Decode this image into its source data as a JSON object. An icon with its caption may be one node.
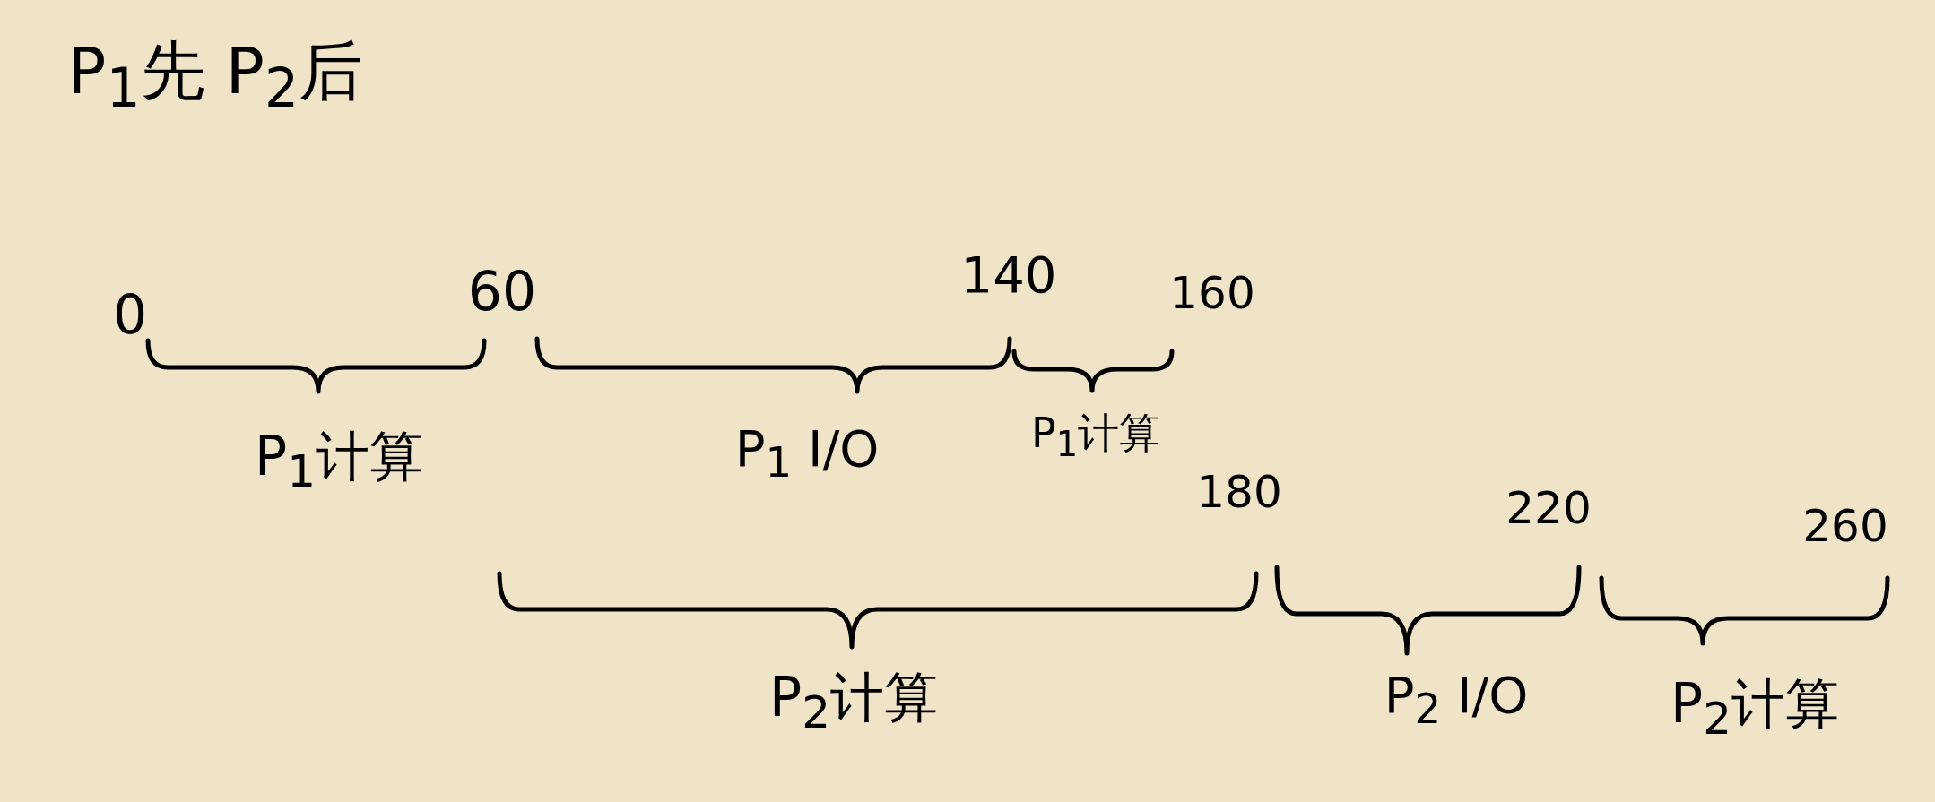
{
  "diagram": {
    "title": "P$_{1}$先 P$_{2}$后",
    "labels": [
      "0",
      "60",
      "140",
      "160",
      "P$_{1}$计算",
      "P$_{1}$ I/O",
      "P$_{1}$计算",
      "180",
      "220",
      "260",
      "P$_{2}$计算",
      "P$_{2}$ I/O",
      "P$_{2}$计算"
    ]
  }
}
